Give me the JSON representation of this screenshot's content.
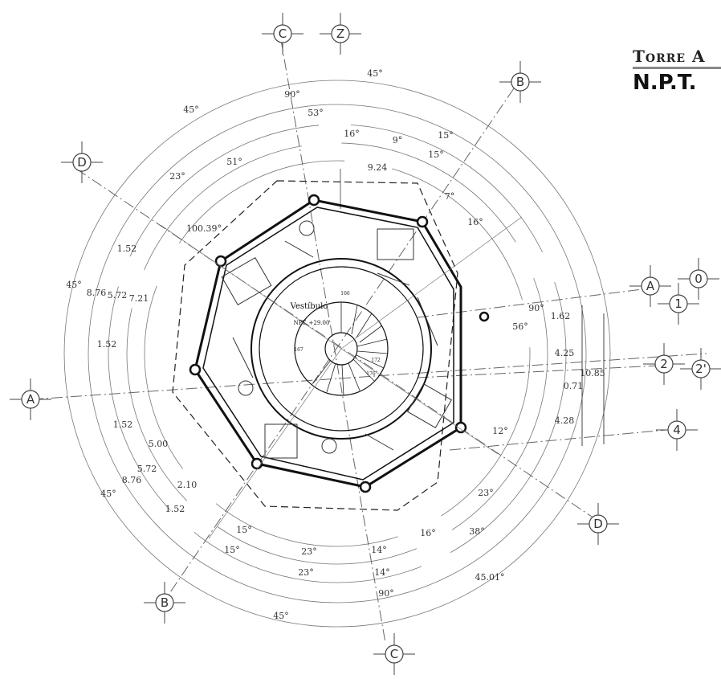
{
  "title": {
    "line1": "Torre A",
    "line2": "N.P.T."
  },
  "grid_axes": [
    {
      "id": "axis-c-top",
      "label": "C"
    },
    {
      "id": "axis-z-top",
      "label": "Z"
    },
    {
      "id": "axis-b-top",
      "label": "B"
    },
    {
      "id": "axis-d-left",
      "label": "D"
    },
    {
      "id": "axis-a-left",
      "label": "A"
    },
    {
      "id": "axis-b-bottom",
      "label": "B"
    },
    {
      "id": "axis-c-bottom",
      "label": "C"
    },
    {
      "id": "axis-d-right",
      "label": "D"
    },
    {
      "id": "axis-a-right",
      "label": "A"
    },
    {
      "id": "axis-0-right",
      "label": "0"
    },
    {
      "id": "axis-1-right",
      "label": "1"
    },
    {
      "id": "axis-2-right",
      "label": "2"
    },
    {
      "id": "axis-2p-right",
      "label": "2'"
    },
    {
      "id": "axis-4-right",
      "label": "4"
    }
  ],
  "angles_top": [
    "45°",
    "90°",
    "45°",
    "53°",
    "16°",
    "9°",
    "15°",
    "15°",
    "51°",
    "23°",
    "100.39°"
  ],
  "angles_right": [
    "7°",
    "16°",
    "90°",
    "56°",
    "12°"
  ],
  "angles_bottom": [
    "23°",
    "38°",
    "16°",
    "45.01°",
    "15°",
    "15°",
    "23°",
    "14°",
    "23°",
    "14°",
    "90°",
    "45°"
  ],
  "angles_left": [
    "45°",
    "45°"
  ],
  "dimensions": {
    "top": "9.24",
    "left_upper": [
      "1.52",
      "8.76",
      "5.72",
      "7.21",
      "1.52"
    ],
    "left_lower": [
      "1.52",
      "5.00",
      "5.72",
      "8.76",
      "2.10",
      "1.52"
    ],
    "right": [
      "1.62",
      "4.25",
      "10.85",
      "0.71",
      "4.28"
    ]
  },
  "room": {
    "name": "Vestíbulo",
    "level": "NPT. +29.00"
  },
  "stair_steps": [
    "166",
    "167",
    "172",
    "176"
  ]
}
